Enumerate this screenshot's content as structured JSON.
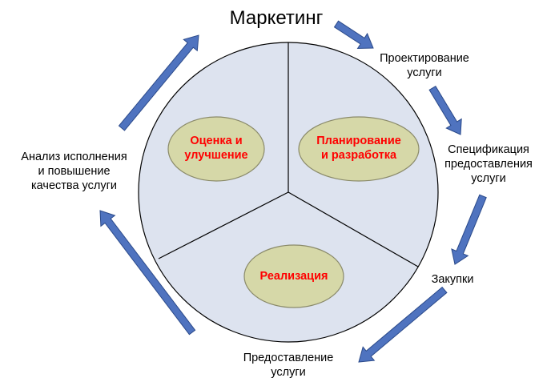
{
  "diagram": {
    "cycle_labels": {
      "marketing": "Маркетинг",
      "design": [
        "Проектирование",
        "услуги"
      ],
      "specification": [
        "Спецификация",
        "предоставления",
        "услуги"
      ],
      "procurement": "Закупки",
      "delivery": [
        "Предоставление",
        "услуги"
      ],
      "analysis": [
        "Анализ исполнения",
        "и повышение",
        "качества услуги"
      ]
    },
    "sectors": {
      "evaluation": [
        "Оценка и",
        "улучшение"
      ],
      "planning": [
        "Планирование",
        "и разработка"
      ],
      "implementation": "Реализация"
    },
    "colors": {
      "circle_fill": "#dde3ef",
      "ellipse_fill": "#d6d8a8",
      "ellipse_stroke": "#8a8a6a",
      "sector_text": "#ff0000",
      "arrow_fill": "#4f73bf",
      "arrow_stroke": "#2b4a8a"
    }
  }
}
